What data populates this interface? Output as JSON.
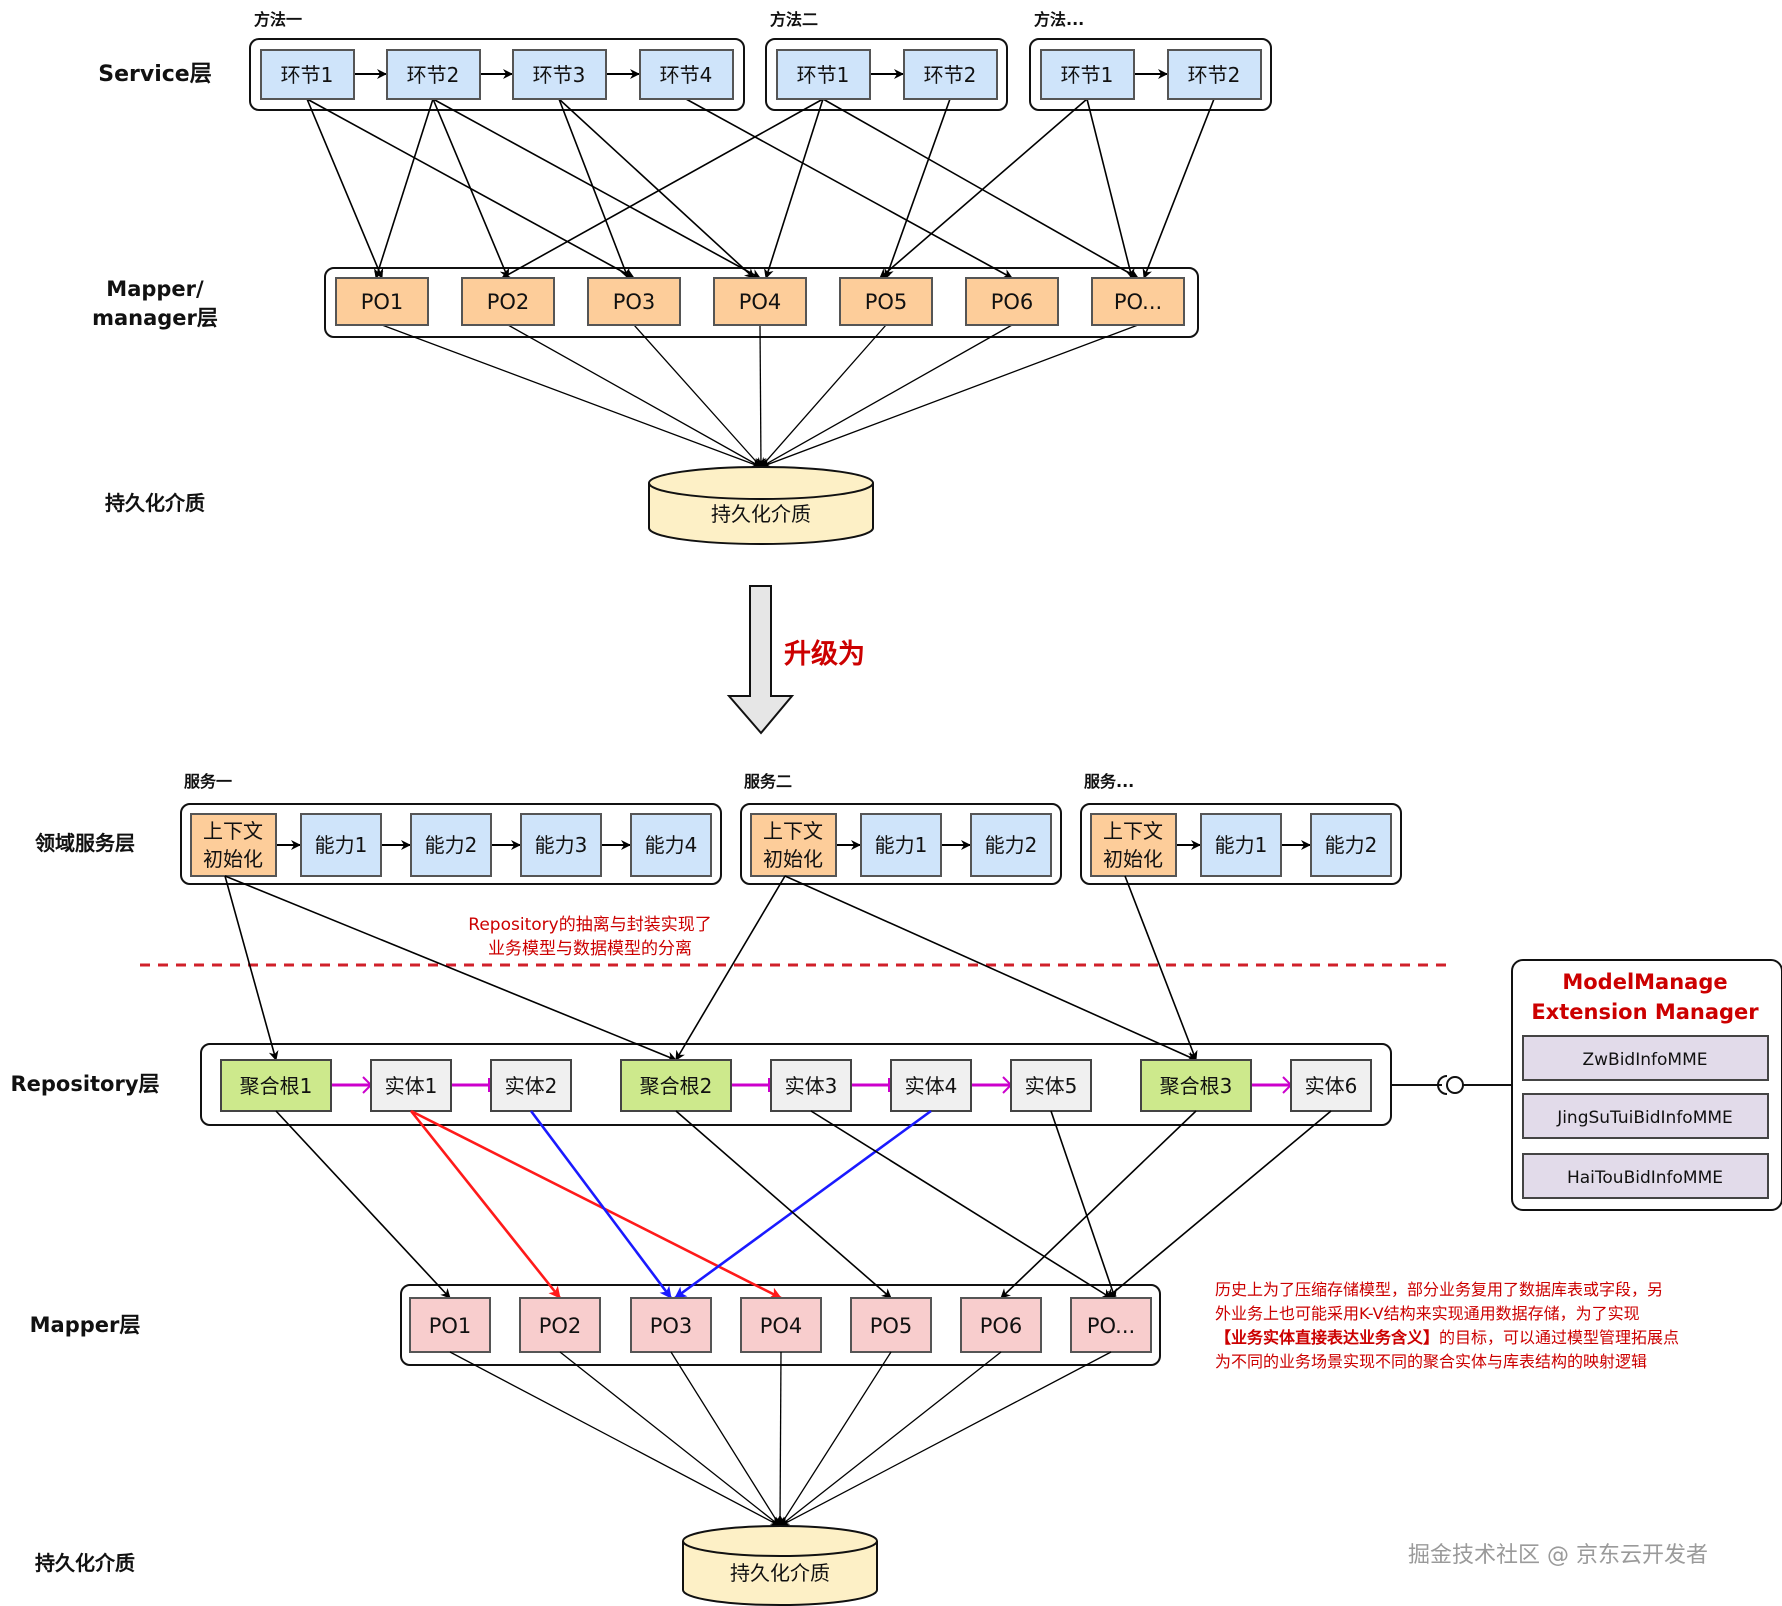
{
  "colors": {
    "step_fill": "#cfe4fa",
    "po_top_fill": "#fdcd9a",
    "context_fill": "#fdcd9a",
    "aggregate_fill": "#cde98c",
    "entity_fill": "#f0f0f0",
    "po_bottom_fill": "#f8cdcd",
    "db_fill": "#fdf0c6",
    "mme_fill": "#e2dbea",
    "accent_red": "#cc0000",
    "arrow_red": "#ff1a1a",
    "arrow_blue": "#1a1aff",
    "relation_magenta": "#cc00cc"
  },
  "top": {
    "layer_labels": {
      "service": "Service层",
      "mapper_line1": "Mapper/",
      "mapper_line2": "manager层",
      "persistence": "持久化介质"
    },
    "methods": [
      {
        "title": "方法一",
        "steps": [
          "环节1",
          "环节2",
          "环节3",
          "环节4"
        ]
      },
      {
        "title": "方法二",
        "steps": [
          "环节1",
          "环节2"
        ]
      },
      {
        "title": "方法...",
        "steps": [
          "环节1",
          "环节2"
        ]
      }
    ],
    "pos": [
      "PO1",
      "PO2",
      "PO3",
      "PO4",
      "PO5",
      "PO6",
      "PO..."
    ],
    "step_to_po_links": [
      {
        "method": 0,
        "step": 0,
        "po": 0
      },
      {
        "method": 0,
        "step": 0,
        "po": 2
      },
      {
        "method": 0,
        "step": 1,
        "po": 0
      },
      {
        "method": 0,
        "step": 1,
        "po": 1
      },
      {
        "method": 0,
        "step": 1,
        "po": 3
      },
      {
        "method": 0,
        "step": 2,
        "po": 2
      },
      {
        "method": 0,
        "step": 2,
        "po": 3
      },
      {
        "method": 0,
        "step": 3,
        "po": 5
      },
      {
        "method": 1,
        "step": 0,
        "po": 1
      },
      {
        "method": 1,
        "step": 0,
        "po": 3
      },
      {
        "method": 1,
        "step": 0,
        "po": 6
      },
      {
        "method": 1,
        "step": 1,
        "po": 4
      },
      {
        "method": 2,
        "step": 0,
        "po": 4
      },
      {
        "method": 2,
        "step": 0,
        "po": 6
      },
      {
        "method": 2,
        "step": 1,
        "po": 6
      }
    ],
    "database": "持久化介质"
  },
  "upgrade": {
    "label": "升级为"
  },
  "bottom": {
    "layer_labels": {
      "domain_service": "领域服务层",
      "repository": "Repository层",
      "mapper": "Mapper层",
      "persistence": "持久化介质"
    },
    "services": [
      {
        "title": "服务一",
        "context_line1": "上下文",
        "context_line2": "初始化",
        "capabilities": [
          "能力1",
          "能力2",
          "能力3",
          "能力4"
        ]
      },
      {
        "title": "服务二",
        "context_line1": "上下文",
        "context_line2": "初始化",
        "capabilities": [
          "能力1",
          "能力2"
        ]
      },
      {
        "title": "服务...",
        "context_line1": "上下文",
        "context_line2": "初始化",
        "capabilities": [
          "能力1",
          "能力2"
        ]
      }
    ],
    "separation_note": [
      "Repository的抽离与封装实现了",
      "业务模型与数据模型的分离"
    ],
    "repo_items": [
      {
        "label": "聚合根1",
        "kind": "aggregate"
      },
      {
        "label": "实体1",
        "kind": "entity"
      },
      {
        "label": "实体2",
        "kind": "entity"
      },
      {
        "label": "聚合根2",
        "kind": "aggregate"
      },
      {
        "label": "实体3",
        "kind": "entity"
      },
      {
        "label": "实体4",
        "kind": "entity"
      },
      {
        "label": "实体5",
        "kind": "entity"
      },
      {
        "label": "聚合根3",
        "kind": "aggregate"
      },
      {
        "label": "实体6",
        "kind": "entity"
      }
    ],
    "service_to_aggregate_links": [
      {
        "service": 0,
        "repo": 0
      },
      {
        "service": 0,
        "repo": 3
      },
      {
        "service": 1,
        "repo": 3
      },
      {
        "service": 1,
        "repo": 7
      },
      {
        "service": 2,
        "repo": 7
      }
    ],
    "pos": [
      "PO1",
      "PO2",
      "PO3",
      "PO4",
      "PO5",
      "PO6",
      "PO..."
    ],
    "repo_to_po_links": [
      {
        "repo": 0,
        "po": 0,
        "color": "black"
      },
      {
        "repo": 1,
        "po": 1,
        "color": "red"
      },
      {
        "repo": 1,
        "po": 3,
        "color": "red"
      },
      {
        "repo": 2,
        "po": 2,
        "color": "blue"
      },
      {
        "repo": 5,
        "po": 2,
        "color": "blue"
      },
      {
        "repo": 3,
        "po": 4,
        "color": "black"
      },
      {
        "repo": 4,
        "po": 6,
        "color": "black"
      },
      {
        "repo": 6,
        "po": 6,
        "color": "black"
      },
      {
        "repo": 7,
        "po": 5,
        "color": "black"
      },
      {
        "repo": 8,
        "po": 6,
        "color": "black"
      }
    ],
    "database": "持久化介质",
    "model_manager": {
      "title_line1": "ModelManage",
      "title_line2": "Extension Manager",
      "items": [
        "ZwBidInfoMME",
        "JingSuTuiBidInfoMME",
        "HaiTouBidInfoMME"
      ]
    },
    "history_note": {
      "line1": "历史上为了压缩存储模型，部分业务复用了数据库表或字段，另",
      "line2": "外业务上也可能采用K-V结构来实现通用数据存储，为了实现",
      "line3_bold": "【业务实体直接表达业务含义】",
      "line3_rest": "的目标，可以通过模型管理拓展点",
      "line4": "为不同的业务场景实现不同的聚合实体与库表结构的映射逻辑"
    }
  },
  "watermark": "掘金技术社区 @ 京东云开发者"
}
